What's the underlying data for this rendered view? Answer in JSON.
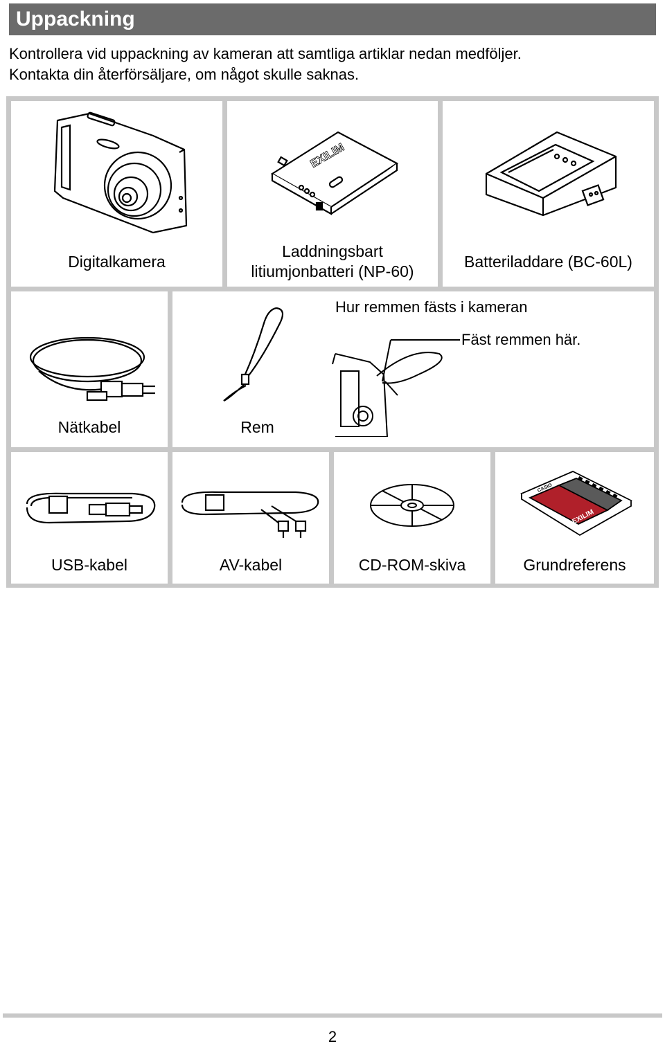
{
  "header": {
    "title": "Uppackning"
  },
  "intro": {
    "line1": "Kontrollera vid uppackning av kameran att samtliga artiklar nedan medföljer.",
    "line2": "Kontakta din återförsäljare, om något skulle saknas."
  },
  "items": {
    "camera": "Digitalkamera",
    "battery_line1": "Laddningsbart",
    "battery_line2": "litiumjonbatteri (NP-60)",
    "charger": "Batteriladdare (BC-60L)",
    "power_cord": "Nätkabel",
    "strap": "Rem",
    "strap_howto": "Hur remmen fästs i kameran",
    "strap_attach": "Fäst remmen här.",
    "usb_cable": "USB-kabel",
    "av_cable": "AV-kabel",
    "cdrom": "CD-ROM-skiva",
    "reference": "Grundreferens"
  },
  "battery_brand": "EXILIM",
  "reference_brand": "CASIO",
  "reference_product": "EXILIM",
  "page_number": "2",
  "icons": [
    "camera-icon",
    "battery-icon",
    "charger-icon",
    "power-cord-icon",
    "strap-icon",
    "strap-attach-icon",
    "usb-cable-icon",
    "av-cable-icon",
    "cdrom-icon",
    "manual-icon"
  ],
  "colors": {
    "header_bg": "#6b6b6b",
    "header_text": "#ffffff",
    "grid_lines": "#c8c8c8",
    "manual_red": "#b0202a"
  }
}
